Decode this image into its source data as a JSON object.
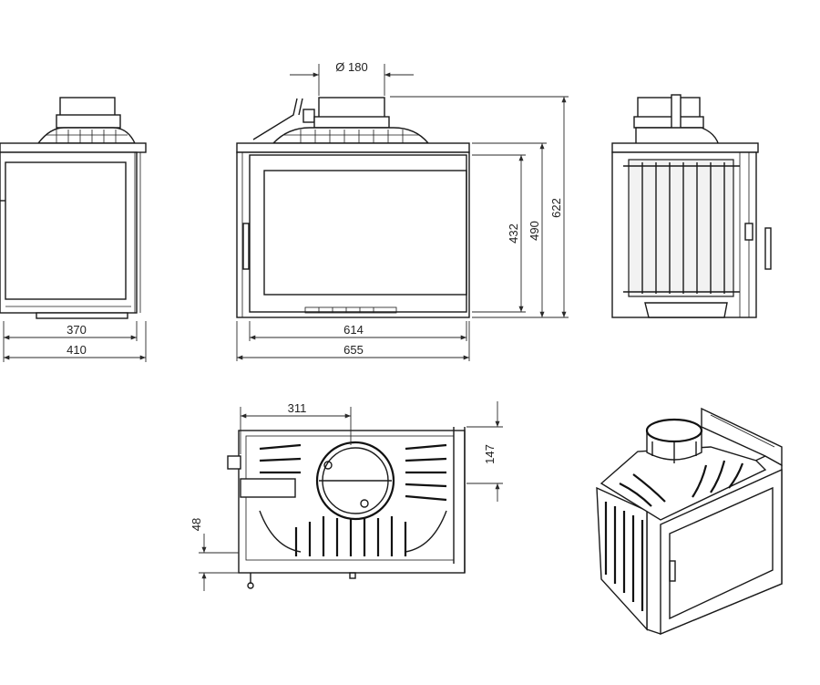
{
  "drawing": {
    "diameter_label": "Ø 180",
    "dims": {
      "side_inner_width": "370",
      "side_outer_width": "410",
      "front_glass_width": "614",
      "front_outer_width": "655",
      "front_glass_height": "432",
      "front_body_height": "490",
      "front_total_height": "622",
      "top_flue_offset": "311",
      "top_depth": "147",
      "top_ledge": "48"
    }
  }
}
